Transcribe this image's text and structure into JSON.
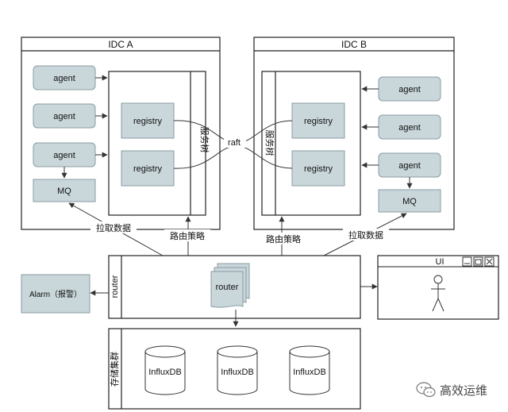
{
  "idc_a": {
    "title": "IDC A",
    "agents": [
      "agent",
      "agent",
      "agent"
    ],
    "mq": "MQ",
    "registries": [
      "registry",
      "registry"
    ],
    "service_tree": "服务树"
  },
  "idc_b": {
    "title": "IDC B",
    "agents": [
      "agent",
      "agent",
      "agent"
    ],
    "mq": "MQ",
    "registries": [
      "registry",
      "registry"
    ],
    "service_tree": "服务树"
  },
  "raft": "raft",
  "labels": {
    "pull_left": "拉取数据",
    "route_left": "路由策略",
    "route_right": "路由策略",
    "pull_right": "拉取数据"
  },
  "router_box": {
    "side_label": "router",
    "doc_label": "router"
  },
  "alarm": "Alarm（报警）",
  "ui_window": {
    "title": "UI"
  },
  "storage": {
    "side_label": "存储集群",
    "dbs": [
      "InfluxDB",
      "InfluxDB",
      "InfluxDB"
    ]
  },
  "watermark": "高效运维",
  "colors": {
    "box_fill": "#c9d6da",
    "stroke": "#222222"
  }
}
